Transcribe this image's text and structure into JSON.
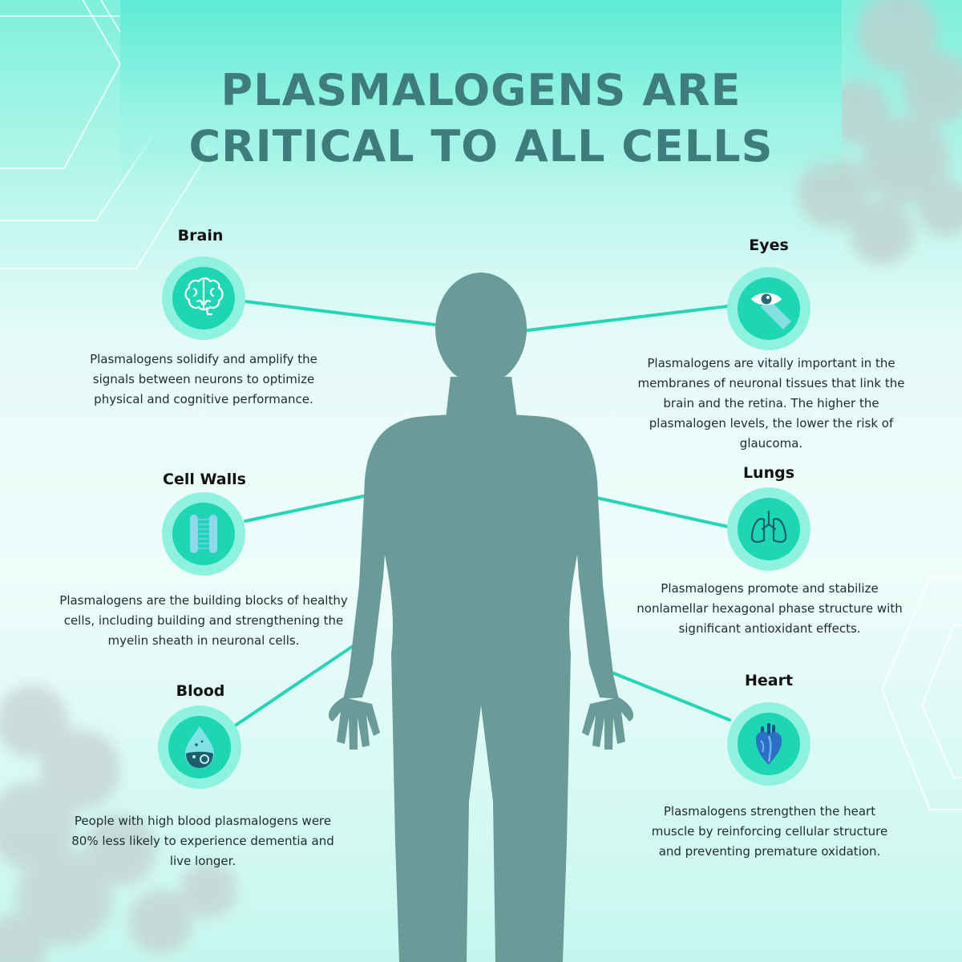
{
  "title": {
    "line1": "PLASMALOGENS ARE",
    "line2": "CRITICAL TO ALL CELLS"
  },
  "organs": {
    "brain": {
      "name": "Brain",
      "icon": "brain-icon",
      "description": "Plasmalogens solidify and amplify the signals between neurons to optimize physical and cognitive performance."
    },
    "eyes": {
      "name": "Eyes",
      "icon": "eye-icon",
      "description": "Plasmalogens are vitally important in the membranes of neuronal tissues that link the brain and the retina. The higher the plasmalogen levels, the lower the risk of glaucoma."
    },
    "cell_walls": {
      "name": "Cell Walls",
      "icon": "cell-membrane-icon",
      "description": "Plasmalogens are the building blocks of healthy cells, including building and strengthening the myelin sheath in neuronal cells."
    },
    "lungs": {
      "name": "Lungs",
      "icon": "lungs-icon",
      "description": "Plasmalogens promote and stabilize nonlamellar hexagonal phase structure with significant antioxidant effects."
    },
    "blood": {
      "name": "Blood",
      "icon": "blood-drop-icon",
      "description": "People with high blood plasmalogens were 80% less likely to experience dementia and live longer."
    },
    "heart": {
      "name": "Heart",
      "icon": "heart-icon",
      "description": "Plasmalogens strengthen the heart muscle by reinforcing cellular structure and preventing premature oxidation."
    }
  },
  "colors": {
    "silhouette": "#6a9b99",
    "connector": "#24d6b6",
    "title": "#3e7d7b",
    "badge_outer": "#8ff2df",
    "badge_inner": "#1fd6b4"
  }
}
